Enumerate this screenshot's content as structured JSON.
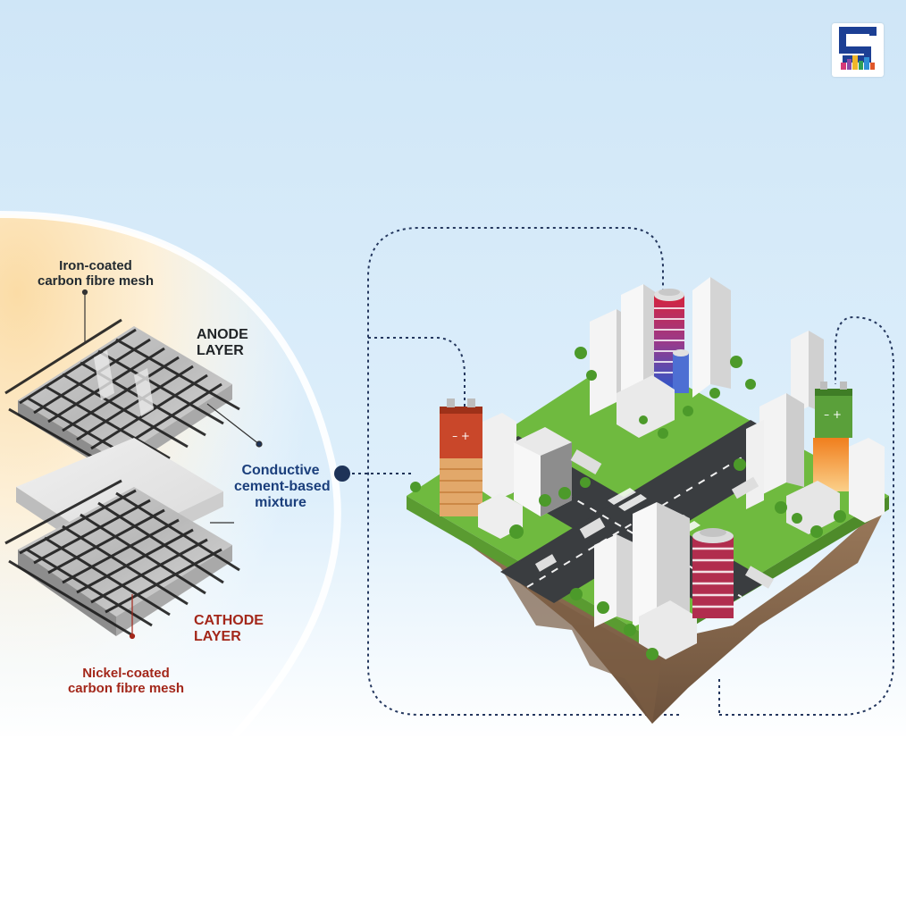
{
  "labels": {
    "anode_mesh": [
      "Iron-coated",
      "carbon fibre mesh"
    ],
    "anode_layer": [
      "ANODE",
      "LAYER"
    ],
    "cement": [
      "Conductive",
      "cement-based",
      "mixture"
    ],
    "cathode_layer": [
      "CATHODE",
      "LAYER"
    ],
    "cathode_mesh": [
      "Nickel-coated",
      "carbon fibre mesh"
    ]
  },
  "colors": {
    "sky": "#cfe6f7",
    "warm_glow": "#fbe6bf",
    "anode_label": "#222a30",
    "cement_label": "#1b3f7c",
    "cathode_label": "#a3271a",
    "connector": "#1e3358",
    "grass": "#6fba3f",
    "soil": "#8a6a4e",
    "road": "#3a3d40",
    "battery_red": "#c9472a",
    "battery_green": "#5aa03a",
    "logo_blue": "#1c3f94"
  },
  "icons": [
    "brand-logo-icon",
    "battery-icon",
    "building-icon",
    "tree-icon"
  ]
}
